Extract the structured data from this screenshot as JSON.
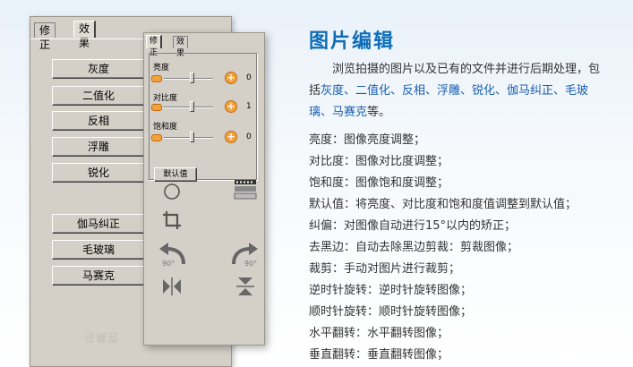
{
  "back_panel": {
    "tabs": [
      "修正",
      "效果"
    ],
    "buttons": [
      "灰度",
      "二值化",
      "反相",
      "浮雕",
      "锐化",
      "伽马纠正",
      "毛玻璃",
      "马赛克"
    ],
    "ghost_text": "马赛克"
  },
  "front_panel": {
    "tabs": [
      "修正",
      "效果"
    ],
    "sliders": [
      {
        "label": "亮度",
        "value": "0",
        "level": 0.55
      },
      {
        "label": "对比度",
        "value": "1",
        "level": 0.55
      },
      {
        "label": "饱和度",
        "value": "0",
        "level": 0.55
      }
    ],
    "default_button": "默认值",
    "tools": [
      "circle-icon",
      "filmstrip-icon",
      "crop-icon",
      "rotate-ccw-90-icon",
      "rotate-cw-90-icon",
      "flip-horizontal-icon",
      "flip-vertical-icon"
    ],
    "rotate_label": "90°"
  },
  "description": {
    "title": "图片编辑",
    "intro_plain": "浏览拍摄的图片以及已有的文件并进行后期处理，包括",
    "intro_highlight": "灰度、二值化、反相、浮雕、锐化、伽马纠正、毛玻璃、马赛克",
    "intro_end": "等。",
    "features": [
      "亮度：图像亮度调整；",
      "对比度：图像对比度调整；",
      "饱和度：图像饱和度调整；",
      "默认值：将亮度、对比度和饱和度值调整到默认值；",
      "纠偏：对图像自动进行15°以内的矫正；",
      "去黑边：自动去除黑边剪裁：剪裁图像；",
      "裁剪：手动对图片进行裁剪；",
      "逆时针旋转：逆时针旋转图像；",
      "顺时针旋转：顺时针旋转图像；",
      "水平翻转：水平翻转图像；",
      "垂直翻转：垂直翻转图像；"
    ]
  },
  "colors": {
    "title": "#0e6db8",
    "highlight": "#1a5fb0",
    "accent_orange": "#f5a23b",
    "panel": "#d4d0c8"
  }
}
